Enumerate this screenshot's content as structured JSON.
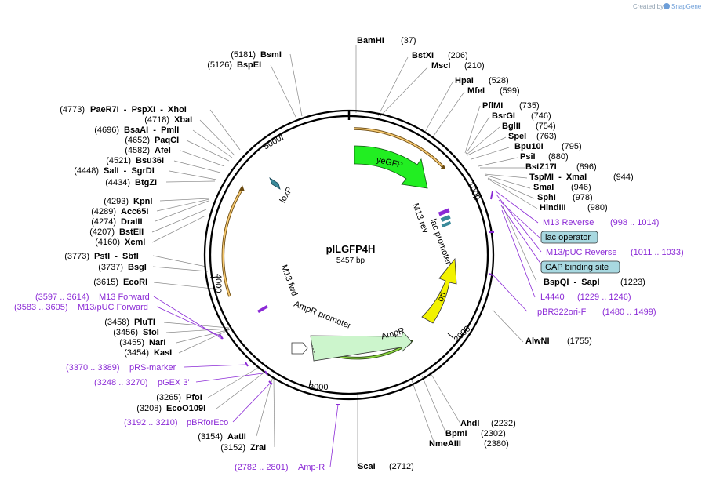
{
  "credit": {
    "prefix": "Created by",
    "brand": "SnapGene"
  },
  "plasmid": {
    "name": "pILGFP4H",
    "length": "5457 bp"
  },
  "ticks": {
    "t1000": "1000",
    "t2000": "2000",
    "t3000": "3000",
    "t4000": "4000",
    "t5000": "5000"
  },
  "features": {
    "yeGFP": "yeGFP",
    "loxP": "loxP",
    "m13rev": "M13 rev",
    "lacpromoter": "lac promoter",
    "ori": "ori",
    "m13fwd": "M13 fwd",
    "amprpromoter": "AmpR promoter",
    "ampr": "AmpR"
  },
  "right_sites": [
    {
      "name": "BamHI",
      "pos": "(37)"
    },
    {
      "name": "BstXI",
      "pos": "(206)"
    },
    {
      "name": "MscI",
      "pos": "(210)"
    },
    {
      "name": "HpaI",
      "pos": "(528)"
    },
    {
      "name": "MfeI",
      "pos": "(599)"
    },
    {
      "name": "PflMI",
      "pos": "(735)"
    },
    {
      "name": "BsrGI",
      "pos": "(746)"
    },
    {
      "name": "BglII",
      "pos": "(754)"
    },
    {
      "name": "SpeI",
      "pos": "(763)"
    },
    {
      "name": "Bpu10I",
      "pos": "(795)"
    },
    {
      "name": "PsiI",
      "pos": "(880)"
    },
    {
      "name": "BstZ17I",
      "pos": "(896)"
    },
    {
      "name": "TspMI  -  XmaI",
      "pos": "(944)"
    },
    {
      "name": "SmaI",
      "pos": "(946)"
    },
    {
      "name": "SphI",
      "pos": "(978)"
    },
    {
      "name": "HindIII",
      "pos": "(980)"
    },
    {
      "name": "BspQI  -  SapI",
      "pos": "(1223)"
    },
    {
      "name": "AlwNI",
      "pos": "(1755)"
    },
    {
      "name": "AhdI",
      "pos": "(2232)"
    },
    {
      "name": "BpmI",
      "pos": "(2302)"
    },
    {
      "name": "NmeAIII",
      "pos": "(2380)"
    },
    {
      "name": "ScaI",
      "pos": "(2712)"
    }
  ],
  "right_features": [
    {
      "label": "M13 Reverse",
      "range": "(998 .. 1014)"
    },
    {
      "label": "lac operator",
      "range": ""
    },
    {
      "label": "M13/pUC Reverse",
      "range": "(1011 .. 1033)"
    },
    {
      "label": "CAP binding site",
      "range": ""
    },
    {
      "label": "L4440",
      "range": "(1229 .. 1246)"
    },
    {
      "label": "pBR322ori-F",
      "range": "(1480 .. 1499)"
    },
    {
      "label": "Amp-R",
      "range": "(2782 .. 2801)"
    }
  ],
  "left_sites": [
    {
      "pos": "(5181)",
      "name": "BsmI"
    },
    {
      "pos": "(5126)",
      "name": "BspEI"
    },
    {
      "pos": "(4773)",
      "name": "PaeR7I  -  PspXI  -  XhoI"
    },
    {
      "pos": "(4718)",
      "name": "XbaI"
    },
    {
      "pos": "(4696)",
      "name": "BsaAI  -  PmlI"
    },
    {
      "pos": "(4652)",
      "name": "PaqCI"
    },
    {
      "pos": "(4582)",
      "name": "AfeI"
    },
    {
      "pos": "(4521)",
      "name": "Bsu36I"
    },
    {
      "pos": "(4448)",
      "name": "SalI  -  SgrDI"
    },
    {
      "pos": "(4434)",
      "name": "BtgZI"
    },
    {
      "pos": "(4293)",
      "name": "KpnI"
    },
    {
      "pos": "(4289)",
      "name": "Acc65I"
    },
    {
      "pos": "(4274)",
      "name": "DraIII"
    },
    {
      "pos": "(4207)",
      "name": "BstEII"
    },
    {
      "pos": "(4160)",
      "name": "XcmI"
    },
    {
      "pos": "(3773)",
      "name": "PstI  -  SbfI"
    },
    {
      "pos": "(3737)",
      "name": "BsgI"
    },
    {
      "pos": "(3615)",
      "name": "EcoRI"
    },
    {
      "pos": "(3458)",
      "name": "PluTI"
    },
    {
      "pos": "(3456)",
      "name": "SfoI"
    },
    {
      "pos": "(3455)",
      "name": "NarI"
    },
    {
      "pos": "(3454)",
      "name": "KasI"
    },
    {
      "pos": "(3265)",
      "name": "PfoI"
    },
    {
      "pos": "(3208)",
      "name": "EcoO109I"
    },
    {
      "pos": "(3154)",
      "name": "AatII"
    },
    {
      "pos": "(3152)",
      "name": "ZraI"
    }
  ],
  "left_features": [
    {
      "range": "(3597 .. 3614)",
      "label": "M13 Forward"
    },
    {
      "range": "(3583 .. 3605)",
      "label": "M13/pUC Forward"
    },
    {
      "range": "(3370 .. 3389)",
      "label": "pRS-marker"
    },
    {
      "range": "(3248 .. 3270)",
      "label": "pGEX 3'"
    },
    {
      "range": "(3192 .. 3210)",
      "label": "pBRforEco"
    }
  ],
  "colors": {
    "backbone": "#000000",
    "yeGFP": "#22ee22",
    "ori": "#f2f200",
    "ampr": "#ccf5cc",
    "loxP": "#3a8a9a",
    "primer": "#8b2ad6",
    "feature_box": "#a8d8e0",
    "arc_orange": "#f5c870"
  }
}
